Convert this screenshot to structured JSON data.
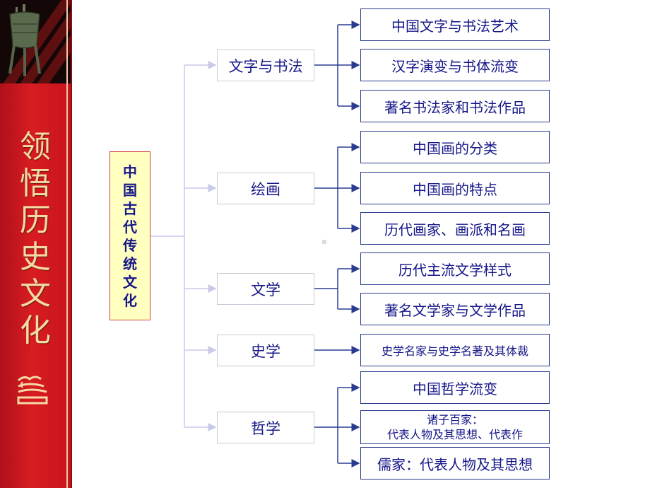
{
  "sidebar": {
    "title_chars": [
      "领",
      "悟",
      "历",
      "史",
      "文",
      "化"
    ]
  },
  "diagram": {
    "root": {
      "chars": [
        "中",
        "国",
        "古",
        "代",
        "传",
        "统",
        "文",
        "化"
      ]
    },
    "categories": [
      {
        "label": "文字与书法"
      },
      {
        "label": "绘画"
      },
      {
        "label": "文学"
      },
      {
        "label": "史学"
      },
      {
        "label": "哲学"
      }
    ],
    "leaves": [
      {
        "label": "中国文字与书法艺术"
      },
      {
        "label": "汉字演变与书体流变"
      },
      {
        "label": "著名书法家和书法作品"
      },
      {
        "label": "中国画的分类"
      },
      {
        "label": "中国画的特点"
      },
      {
        "label": "历代画家、画派和名画"
      },
      {
        "label": "历代主流文学样式"
      },
      {
        "label": "著名文学家与文学作品"
      },
      {
        "label": "史学名家与史学名著及其体裁"
      },
      {
        "label": "中国哲学流变"
      },
      {
        "line1": "诸子百家：",
        "line2": "代表人物及其思想、代表作"
      },
      {
        "label": "儒家：代表人物及其思想"
      }
    ]
  },
  "colors": {
    "sidebar_red": "#d81c22",
    "title_gold": "#f4d9a4",
    "box_text": "#161689",
    "root_fill": "#ffffc0",
    "connector_blue": "#2a3b8f",
    "connector_light": "#c9c9e8"
  }
}
